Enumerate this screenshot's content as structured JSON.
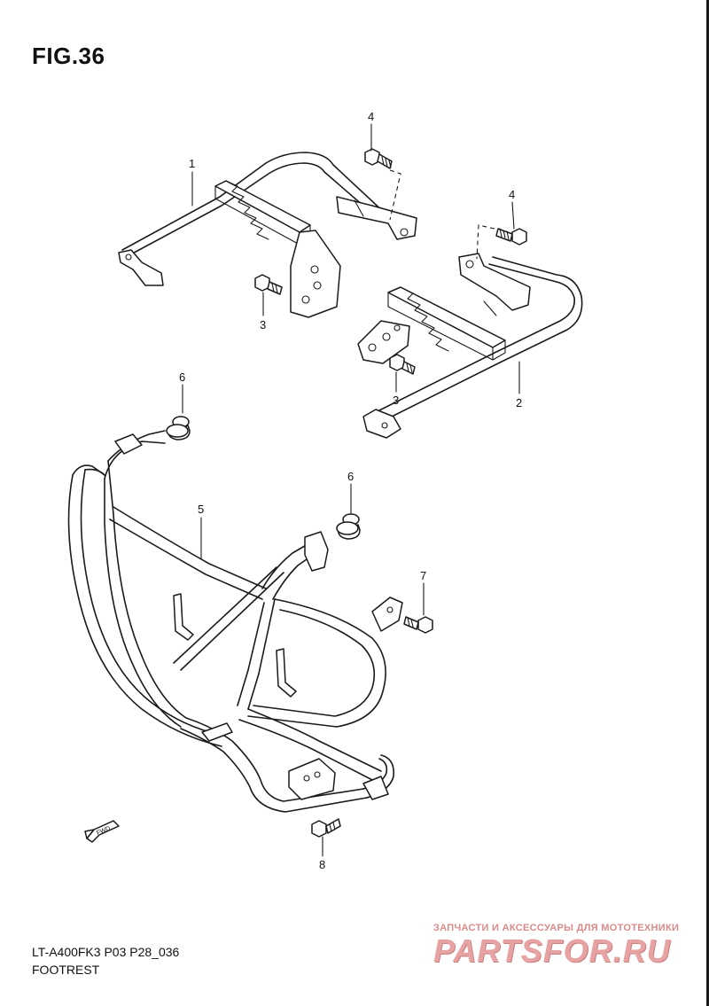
{
  "figure": {
    "title": "FIG.36",
    "model_code": "LT-A400FK3 P03 P28_036",
    "section_name": "FOOTREST"
  },
  "callouts": [
    {
      "id": "1",
      "label": "1"
    },
    {
      "id": "2",
      "label": "2"
    },
    {
      "id": "3a",
      "label": "3"
    },
    {
      "id": "3b",
      "label": "3"
    },
    {
      "id": "4a",
      "label": "4"
    },
    {
      "id": "4b",
      "label": "4"
    },
    {
      "id": "5",
      "label": "5"
    },
    {
      "id": "6a",
      "label": "6"
    },
    {
      "id": "6b",
      "label": "6"
    },
    {
      "id": "7",
      "label": "7"
    },
    {
      "id": "8",
      "label": "8"
    }
  ],
  "direction_arrow": {
    "label": "FWD"
  },
  "watermark": {
    "tagline": "ЗАПЧАСТИ И АКСЕССУАРЫ ДЛЯ МОТОТЕХНИКИ",
    "brand": "PARTSFOR.RU"
  }
}
